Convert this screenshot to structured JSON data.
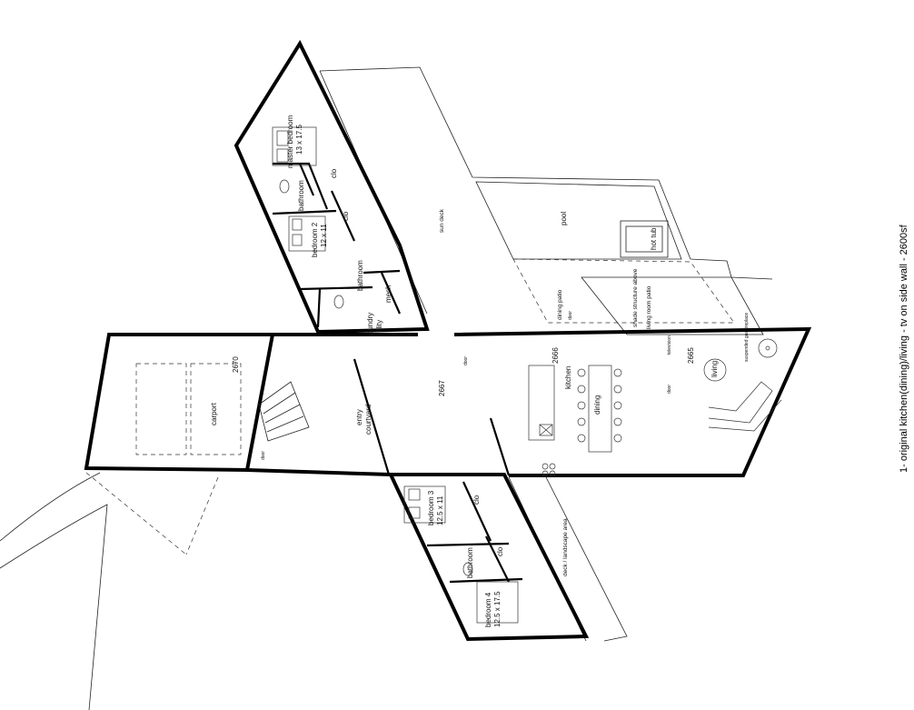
{
  "caption": "1- original kitchen(dining)/living - tv on side wall - 2600sf",
  "rooms": {
    "master_bedroom": "master bedroom",
    "master_dims": "13 x 17.5",
    "bathroom_1": "bathroom",
    "clo_1": "clo",
    "clo_2": "clo",
    "bedroom_2": "bedroom 2",
    "bedroom_2_dims": "12 x 11",
    "bathroom_2": "bathroom",
    "mech": "mech",
    "laundry": "laundry",
    "utility": "utility",
    "carport": "carport",
    "carport_num": "2670",
    "entry": "entry",
    "courtyard": "courtyard",
    "hall_num": "2667",
    "kitchen": "kitchen",
    "kitchen_num": "2666",
    "dining": "dining",
    "living": "living",
    "living_num": "2665",
    "bedroom_3": "bedroom 3",
    "bedroom_3_dims": "12.5 x 11",
    "clo_3": "clo",
    "bathroom_3": "bathroom",
    "clo_4": "clo",
    "bedroom_4": "bedroom 4",
    "bedroom_4_dims": "12.5 x 17.5"
  },
  "outdoor": {
    "sun_deck": "sun deck",
    "pool": "pool",
    "hot_tub": "hot tub",
    "dining_patio": "dining patio",
    "shade_structure": "shade structure above",
    "living_room_patio": "living room patio",
    "deck_landscape": "deck / landscape area",
    "fireplace": "suspended gas fireplace",
    "television": "television"
  },
  "small": {
    "door": "door"
  }
}
